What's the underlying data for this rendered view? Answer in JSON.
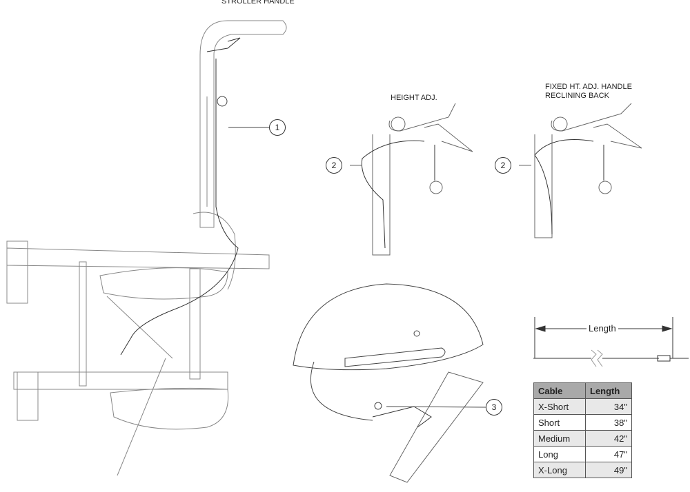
{
  "labels": {
    "stroller_handle": "STROLLER HANDLE",
    "height_adj": "HEIGHT ADJ.",
    "fixed_ht_line1": "FIXED HT. ADJ. HANDLE",
    "fixed_ht_line2": "RECLINING BACK",
    "length": "Length"
  },
  "callouts": [
    "1",
    "2",
    "2",
    "3"
  ],
  "table": {
    "headers": [
      "Cable",
      "Length"
    ],
    "rows": [
      {
        "cable": "X-Short",
        "length": "34\""
      },
      {
        "cable": "Short",
        "length": "38\""
      },
      {
        "cable": "Medium",
        "length": "42\""
      },
      {
        "cable": "Long",
        "length": "47\""
      },
      {
        "cable": "X-Long",
        "length": "49\""
      }
    ]
  }
}
